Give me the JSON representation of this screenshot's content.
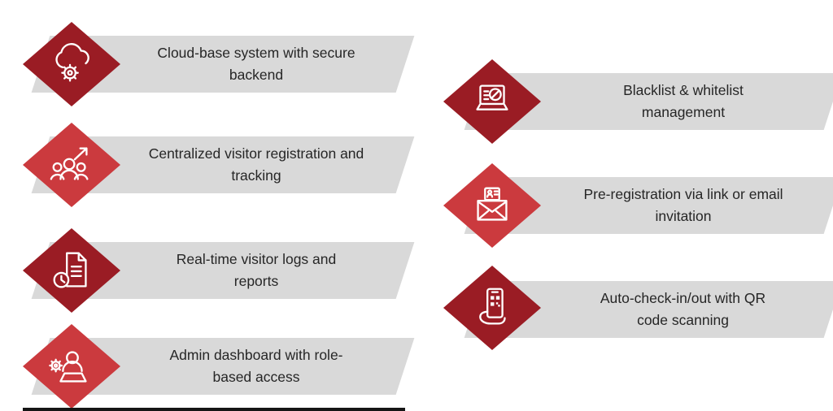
{
  "features": {
    "left": [
      {
        "label": "Cloud-base system with secure backend",
        "icon": "cloud-gear-icon",
        "diamond": "dark"
      },
      {
        "label": "Centralized visitor registration and tracking",
        "icon": "visitor-registration-icon",
        "diamond": "bright"
      },
      {
        "label": "Real-time visitor logs and reports",
        "icon": "logs-report-icon",
        "diamond": "dark"
      },
      {
        "label": "Admin dashboard with role-based access",
        "icon": "admin-dashboard-icon",
        "diamond": "bright"
      }
    ],
    "right": [
      {
        "label": "Blacklist & whitelist management",
        "icon": "blacklist-icon",
        "diamond": "dark"
      },
      {
        "label": "Pre-registration via link or email invitation",
        "icon": "email-invitation-icon",
        "diamond": "bright"
      },
      {
        "label": "Auto-check-in/out with QR code scanning",
        "icon": "qr-scan-icon",
        "diamond": "dark"
      }
    ]
  },
  "colors": {
    "diamond_dark_red": "#9a1c24",
    "diamond_bright_red": "#cb3a3e",
    "banner_gray": "#d9d9d9",
    "text": "#262626",
    "icon": "#ffffff"
  }
}
